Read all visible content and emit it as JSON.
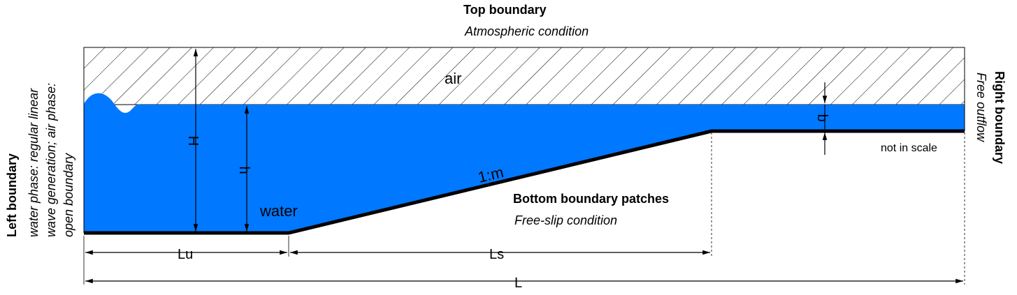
{
  "top_boundary": {
    "title": "Top boundary",
    "condition": "Atmospheric condition"
  },
  "left_boundary": {
    "title": "Left boundary",
    "line1": "water phase: regular linear",
    "line2": "wave generation; air phase:",
    "line3": "open boundary"
  },
  "right_boundary": {
    "title": "Right boundary",
    "condition": "Free outflow"
  },
  "bottom_boundary": {
    "title": "Bottom boundary patches",
    "condition": "Free-slip condition"
  },
  "labels": {
    "air": "air",
    "water": "water",
    "slope": "1:m",
    "H": "H",
    "h": "h",
    "b": "b",
    "Lu": "Lu",
    "Ls": "Ls",
    "L": "L",
    "scale_note": "not in scale"
  },
  "colors": {
    "water": "#0078FF",
    "line": "#000000",
    "hatch": "#000000"
  }
}
